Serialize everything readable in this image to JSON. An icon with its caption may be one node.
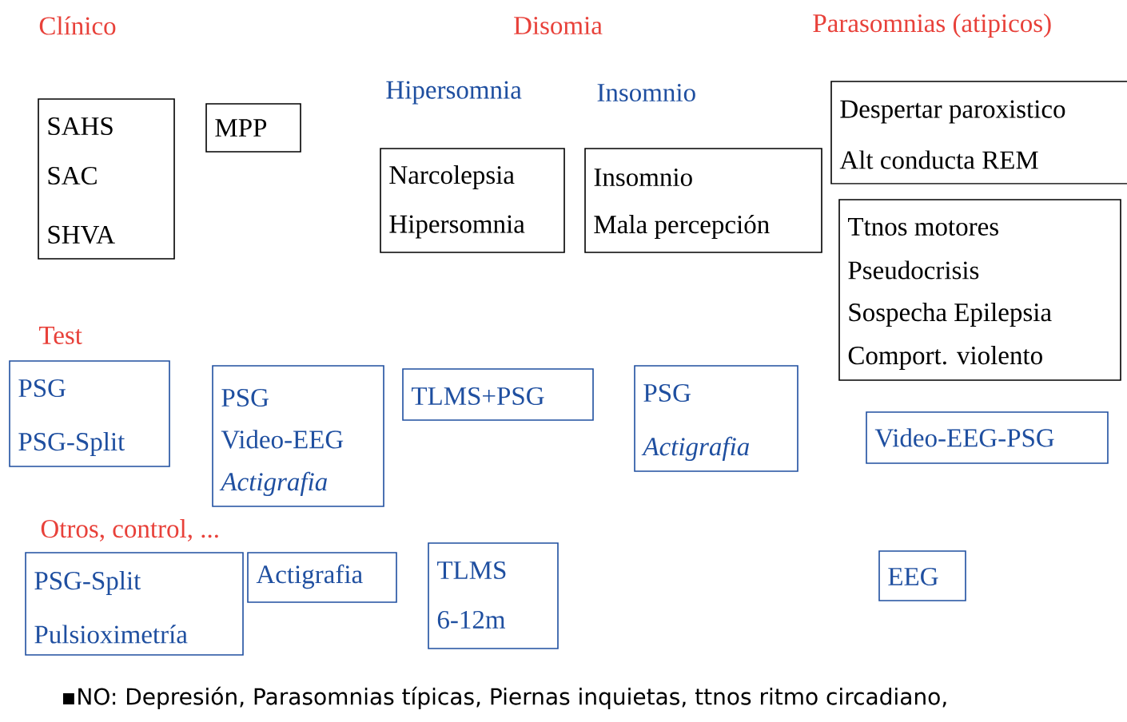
{
  "diagram": {
    "nodes": [
      {
        "text": [
          "SAHS",
          "SAC",
          "SHVA"
        ]
      },
      {
        "text": [
          "MPP"
        ]
      },
      {
        "text": [
          "Narcolepsia",
          "Hipersomnia"
        ]
      },
      {
        "text": [
          "Insomnio",
          "Mala percepción"
        ]
      },
      {
        "text": [
          "Despertar paroxistico",
          "Alt conducta REM"
        ]
      },
      {
        "text": [
          "Ttnos motores",
          "Pseudocrisis",
          "Sospecha Epilepsia",
          "Comport. violento"
        ]
      },
      {
        "text": [
          "PSG",
          "PSG-Split"
        ]
      },
      {
        "text": [
          "PSG",
          "Video-EEG",
          "Actigrafia"
        ]
      },
      {
        "text": [
          "TLMS+PSG"
        ]
      },
      {
        "text": [
          "PSG",
          "Actigrafia"
        ]
      },
      {
        "text": [
          "Video-EEG-PSG"
        ]
      },
      {
        "text": [
          "PSG-Split",
          "Pulsioximetría"
        ]
      },
      {
        "text": [
          "Actigrafia"
        ]
      },
      {
        "text": [
          "TLMS",
          "6-12m"
        ]
      },
      {
        "text": [
          "EEG"
        ]
      }
    ],
    "edges": [],
    "labels": [
      "Clínico",
      "Disomia",
      "Parasomnias (atipicos)",
      "Hipersomnia",
      "Insomnio",
      "Test",
      "Otros, control, ...",
      "▪NO: Depresión, Parasomnias típicas, Piernas inquietas, ttnos ritmo circadiano,"
    ]
  }
}
